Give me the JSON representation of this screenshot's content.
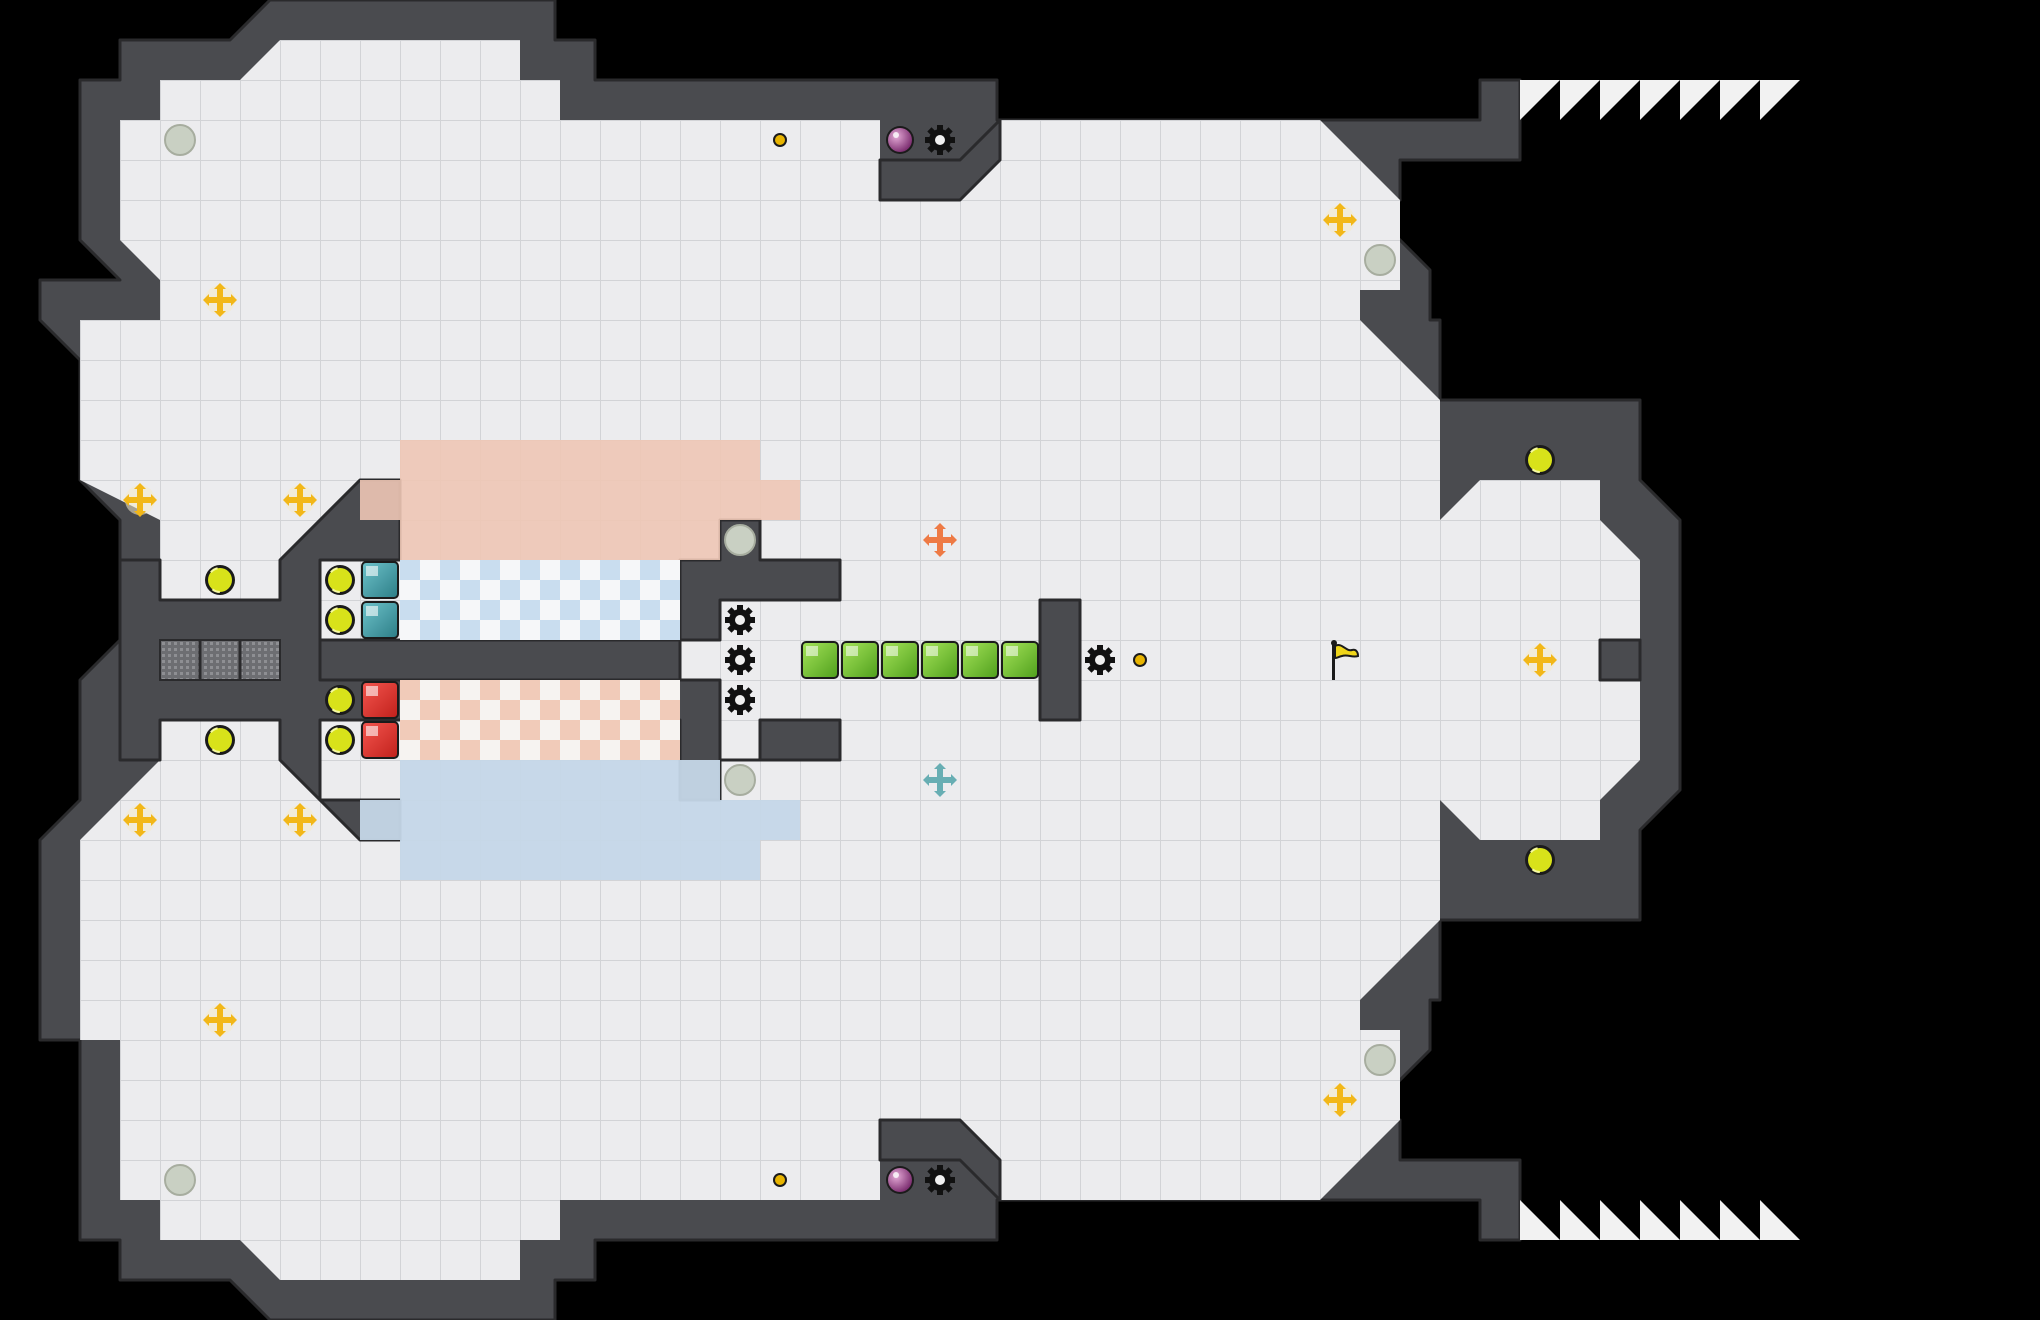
{
  "colors": {
    "background": "#000000",
    "floor": "#ececee",
    "grid_line": "#d2d3d6",
    "wall": "#4a4b4f",
    "wall_outline": "#2a2a2c",
    "wall_light": "#f2f2f2",
    "coin": "#e8b400",
    "plus_marker": "#f2b718",
    "switch": "#d8e21a",
    "inactive_dot": "#c9d0c3",
    "orange_zone": "#eec7b5",
    "blue_zone": "#c5d7e8",
    "checker_blue": "#c9ddef",
    "checker_orange": "#f1cbb9",
    "teal_block": "#3f9aa3",
    "red_block": "#e2312c",
    "green_block": "#74c62d",
    "orange_marker": "#ee7a45",
    "teal_marker": "#68aeb3",
    "goal_flag": "#f0d61b"
  },
  "level": {
    "goal": {
      "name": "goal-flag",
      "icon": "flag-icon"
    },
    "blocks": {
      "green_count": 6,
      "teal_count": 2,
      "red_count": 2
    },
    "switch_count": 8,
    "coin_count": 3,
    "gear_count": 6,
    "potion_count": 2
  }
}
